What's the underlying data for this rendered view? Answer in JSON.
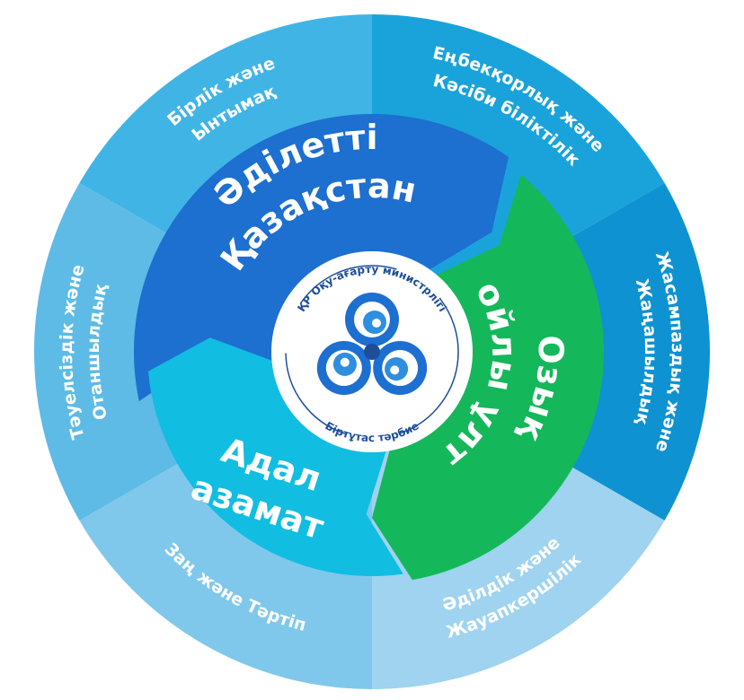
{
  "diagram": {
    "center": {
      "top_text": "ҚР Оқу-ағарту министрлігі",
      "bottom_text": "Біртұтас тәрбие",
      "icon": "kazakh-ornament-logo-icon"
    },
    "inner_segments": [
      {
        "lines": [
          "Әділетті",
          "Қазақстан"
        ],
        "color": "#1d6fd0"
      },
      {
        "lines": [
          "Озық",
          "ойлы ұлт"
        ],
        "color": "#14b85a"
      },
      {
        "lines": [
          "Адал",
          "азамат"
        ],
        "color": "#12bde2"
      }
    ],
    "outer_segments": [
      {
        "lines": [
          "Бірлік және",
          "Ынтымақ"
        ],
        "color": "#40b5e5"
      },
      {
        "lines": [
          "Еңбекқорлық және",
          "Кәсіби біліктілік"
        ],
        "color": "#1aa3da"
      },
      {
        "lines": [
          "Жасампаздық және",
          "Жаңашылдық"
        ],
        "color": "#0e92d1"
      },
      {
        "lines": [
          "Әділдік және",
          "Жауапкершілік"
        ],
        "color": "#9fd3ef"
      },
      {
        "lines": [
          "Заң және Тәртіп"
        ],
        "color": "#7fc8ec"
      },
      {
        "lines": [
          "Тәуелсіздік және",
          "Отаншылдық"
        ],
        "color": "#5dbbe6"
      }
    ]
  }
}
